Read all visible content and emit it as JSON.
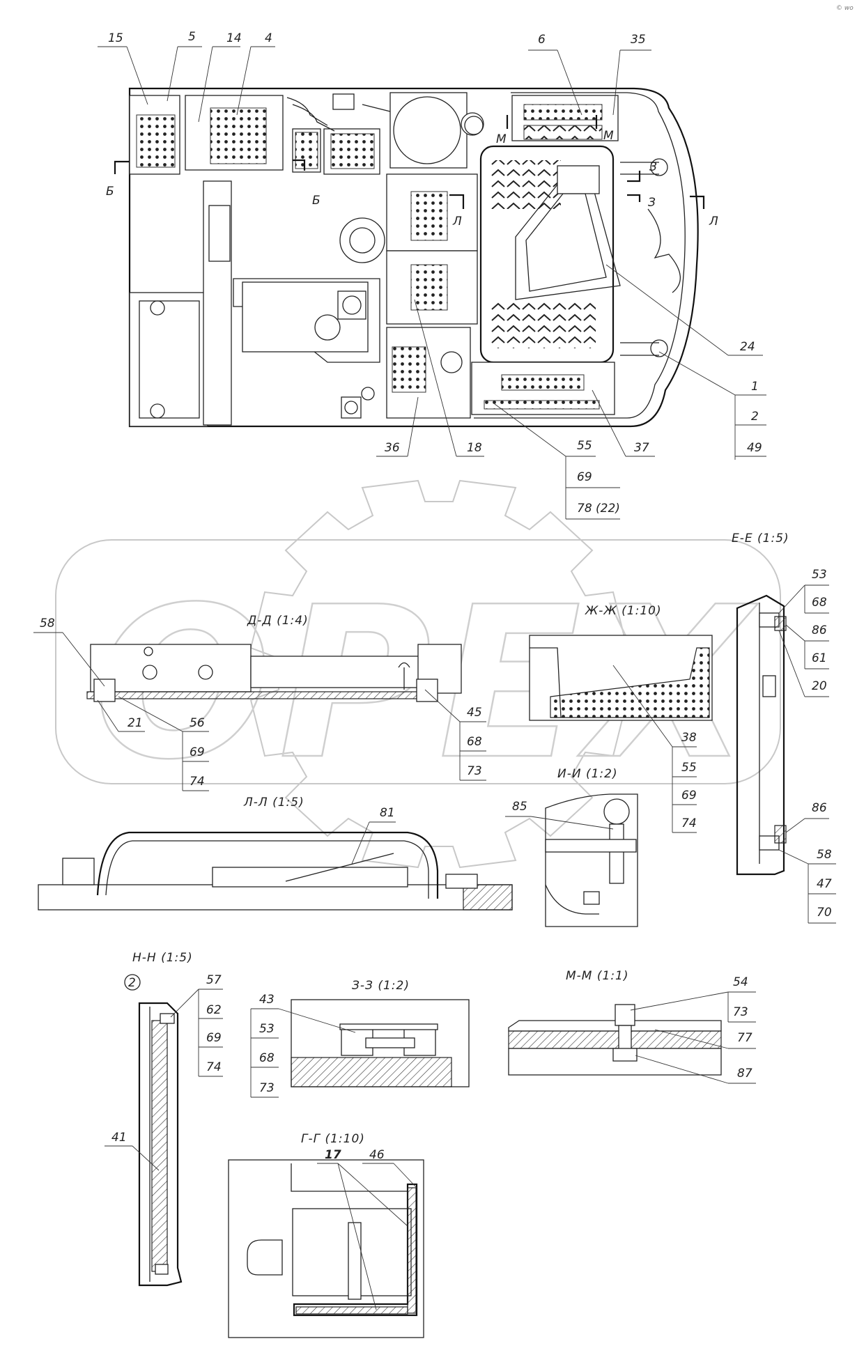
{
  "watermark": "ОРЕХ",
  "corner_mark": "© wo",
  "main_view": {
    "labels": [
      "15",
      "5",
      "14",
      "4",
      "6",
      "35",
      "24",
      "1",
      "2",
      "49",
      "36",
      "18",
      "55",
      "69",
      "78 (22)",
      "37"
    ],
    "cut_marks": [
      "Б",
      "Б",
      "М",
      "М",
      "З",
      "З",
      "Л",
      "Л"
    ]
  },
  "sections": {
    "ee": {
      "title": "Е-Е (1:5)",
      "labels": [
        "53",
        "68",
        "86",
        "61",
        "20",
        "86",
        "58",
        "47",
        "70"
      ]
    },
    "dd": {
      "title": "Д-Д (1:4)",
      "labels": [
        "58",
        "21",
        "56",
        "69",
        "74",
        "45",
        "68",
        "73"
      ]
    },
    "zhzh": {
      "title": "Ж-Ж (1:10)",
      "labels": [
        "38",
        "55",
        "69",
        "74"
      ]
    },
    "ii": {
      "title": "И-И (1:2)",
      "labels": [
        "85"
      ]
    },
    "ll": {
      "title": "Л-Л (1:5)",
      "labels": [
        "81"
      ]
    },
    "nn": {
      "title": "Н-Н (1:5)",
      "circle": "2",
      "labels": [
        "57",
        "62",
        "69",
        "74",
        "41"
      ]
    },
    "zz": {
      "title": "З-З (1:2)",
      "labels": [
        "43",
        "53",
        "68",
        "73"
      ]
    },
    "mm": {
      "title": "М-М (1:1)",
      "labels": [
        "54",
        "73",
        "77",
        "87"
      ]
    },
    "gg": {
      "title": "Г-Г (1:10)",
      "labels": [
        "17",
        "46"
      ]
    }
  }
}
